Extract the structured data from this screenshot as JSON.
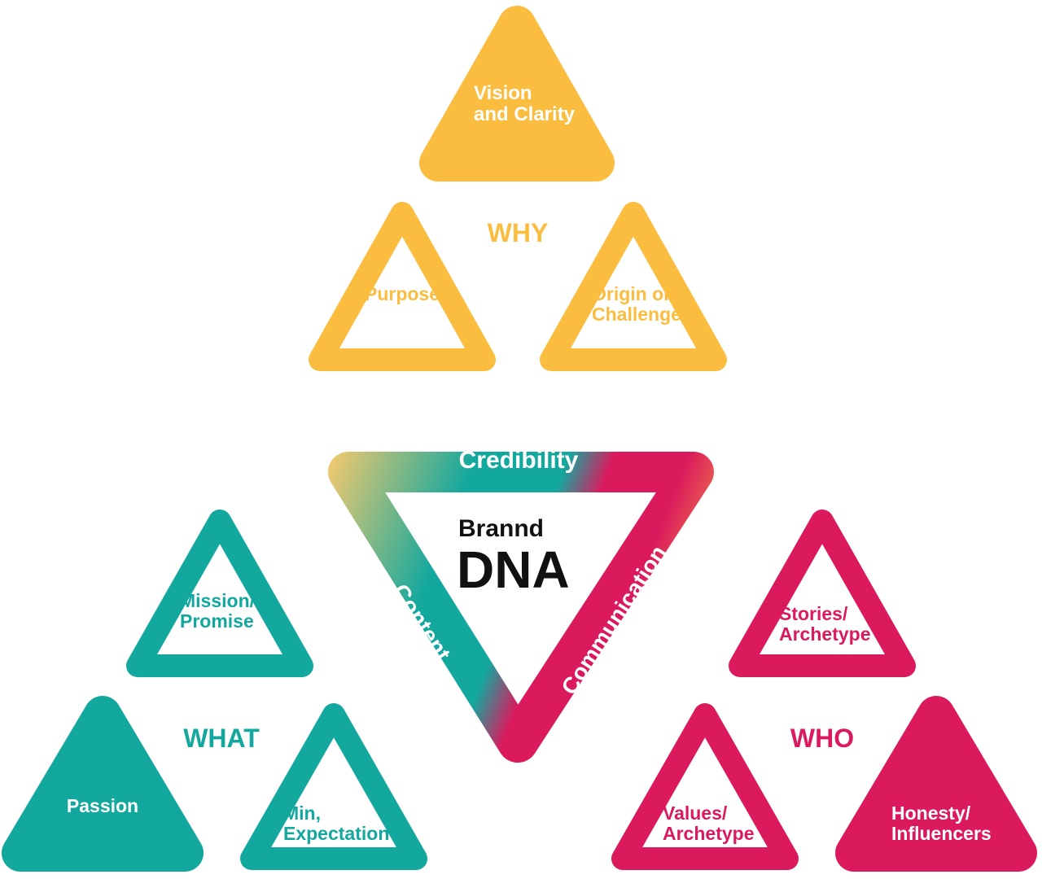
{
  "colors": {
    "why": "#FBBD3F",
    "what": "#13A89E",
    "who": "#DB1A5D",
    "label_light": "#ffffff",
    "center_text": "#111111"
  },
  "center": {
    "line1": "Brannd",
    "line2": "DNA",
    "edge_top": "Credibility",
    "edge_left": "Content",
    "edge_right": "Communication"
  },
  "why": {
    "heading": "WHY",
    "vision": [
      "Vision",
      "and Clarity"
    ],
    "purpose": [
      "Purpose"
    ],
    "origin": [
      "Origin or",
      "Challenge"
    ]
  },
  "what": {
    "heading": "WHAT",
    "mission": [
      "Mission/",
      "Promise"
    ],
    "passion": [
      "Passion"
    ],
    "expectation": [
      "Min,",
      "Expectation"
    ]
  },
  "who": {
    "heading": "WHO",
    "stories": [
      "Stories/",
      "Archetype"
    ],
    "values": [
      "Values/",
      "Archetype"
    ],
    "honesty": [
      "Honesty/",
      "Influencers"
    ]
  }
}
